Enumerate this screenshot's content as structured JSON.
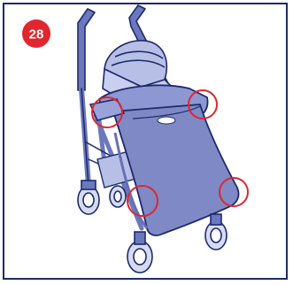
{
  "step": {
    "number": "28"
  },
  "colors": {
    "badge": "#e0262e",
    "frame": "#1d2a6b",
    "outline": "#1d2a6b",
    "cover": "#7f89c6",
    "cover_shadow": "#6470b3",
    "seat": "#b8bfe6",
    "frame_tube": "#6c78bd",
    "callout": "#e0262e"
  },
  "callouts": [
    {
      "name": "callout-left-handle"
    },
    {
      "name": "callout-right-handle"
    },
    {
      "name": "callout-front-left"
    },
    {
      "name": "callout-front-right"
    }
  ]
}
